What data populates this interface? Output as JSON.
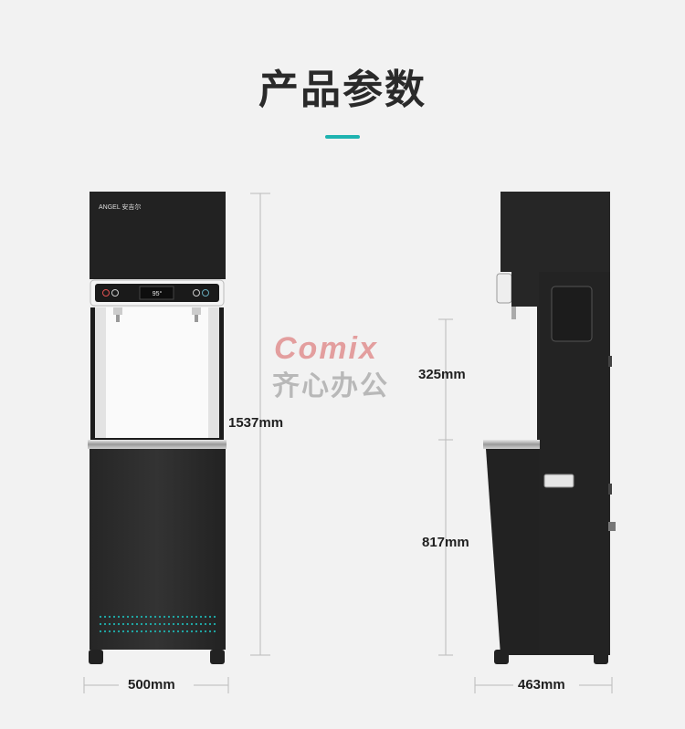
{
  "header": {
    "title": "产品参数",
    "accent_color": "#1fb3b0"
  },
  "front_view": {
    "brand_logo": "ANGEL 安吉尔",
    "display_reading": "95°",
    "height_label": "1537mm",
    "width_label": "500mm"
  },
  "side_view": {
    "upper_height_label": "325mm",
    "lower_height_label": "817mm",
    "depth_label": "463mm"
  },
  "watermark": {
    "latin": "Comix",
    "cjk": "齐心办公"
  }
}
